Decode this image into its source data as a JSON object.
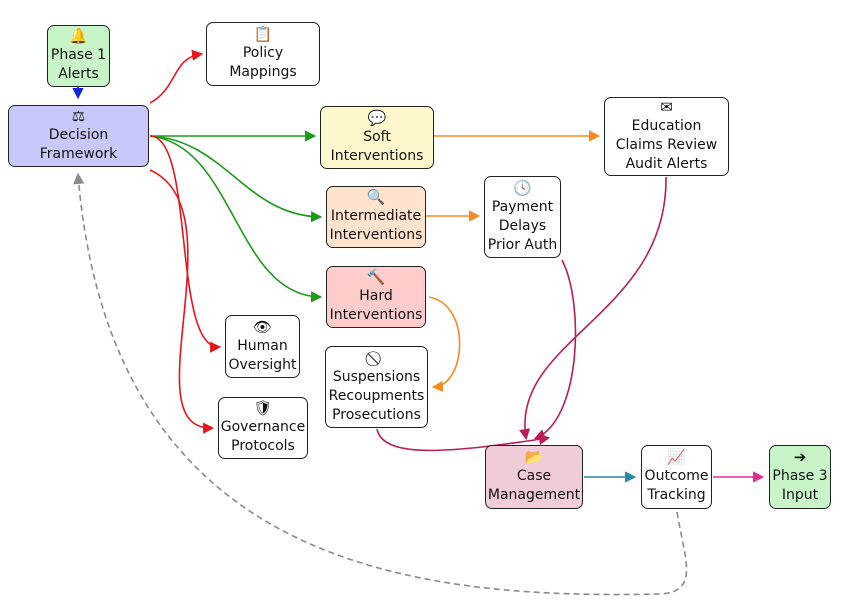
{
  "colors": {
    "red": "#e8141b",
    "green": "#1a9a16",
    "orange": "#f58a1f",
    "crimson": "#b81d5a",
    "teal": "#2a8aab",
    "pink": "#e52d8f",
    "gray": "#8a8a8a",
    "blue": "#1424d6"
  },
  "nodes": {
    "phase1_alerts": {
      "icon": "bell-icon",
      "glyph": "🔔",
      "lines": [
        "Phase 1",
        "Alerts"
      ],
      "fill": "#c8f5c8"
    },
    "decision_framework": {
      "icon": "balance-scale-icon",
      "glyph": "⚖",
      "lines": [
        "Decision",
        "Framework"
      ],
      "fill": "#c8c8fa"
    },
    "policy_mappings": {
      "icon": "clipboard-icon",
      "glyph": "📋",
      "lines": [
        "Policy",
        "Mappings"
      ],
      "fill": "#ffffff"
    },
    "soft_interventions": {
      "icon": "comment-icon",
      "glyph": "💬",
      "lines": [
        "Soft",
        "Interventions"
      ],
      "fill": "#fff7cc"
    },
    "education": {
      "icon": "envelope-icon",
      "glyph": "✉",
      "lines": [
        "Education",
        "Claims Review",
        "Audit Alerts"
      ],
      "fill": "#ffffff"
    },
    "intermediate_interventions": {
      "icon": "search-icon",
      "glyph": "🔍",
      "lines": [
        "Intermediate",
        "Interventions"
      ],
      "fill": "#ffe3cc"
    },
    "payment_delays": {
      "icon": "clock-icon",
      "glyph": "🕓",
      "lines": [
        "Payment",
        "Delays",
        "Prior Auth"
      ],
      "fill": "#ffffff"
    },
    "hard_interventions": {
      "icon": "gavel-icon",
      "glyph": "🔨",
      "lines": [
        "Hard",
        "Interventions"
      ],
      "fill": "#ffcccc"
    },
    "human_oversight": {
      "icon": "eye-icon",
      "glyph": "👁",
      "lines": [
        "Human",
        "Oversight"
      ],
      "fill": "#ffffff"
    },
    "suspensions": {
      "icon": "ban-icon",
      "glyph": "⃠",
      "lines": [
        "Suspensions",
        "Recoupments",
        "Prosecutions"
      ],
      "fill": "#ffffff"
    },
    "governance_protocols": {
      "icon": "shield-icon",
      "glyph": "🛡",
      "lines": [
        "Governance",
        "Protocols"
      ],
      "fill": "#ffffff"
    },
    "case_management": {
      "icon": "folder-open-icon",
      "glyph": "📂",
      "lines": [
        "Case",
        "Management"
      ],
      "fill": "#f0cbd8"
    },
    "outcome_tracking": {
      "icon": "chart-line-icon",
      "glyph": "📈",
      "lines": [
        "Outcome",
        "Tracking"
      ],
      "fill": "#ffffff"
    },
    "phase3_input": {
      "icon": "arrow-right-icon",
      "glyph": "➔",
      "lines": [
        "Phase 3",
        "Input"
      ],
      "fill": "#c8f5c8"
    }
  },
  "edges": [
    {
      "from": "phase1_alerts",
      "to": "decision_framework",
      "color": "blue"
    },
    {
      "from": "decision_framework",
      "to": "policy_mappings",
      "color": "red"
    },
    {
      "from": "decision_framework",
      "to": "soft_interventions",
      "color": "green"
    },
    {
      "from": "decision_framework",
      "to": "intermediate_interventions",
      "color": "green"
    },
    {
      "from": "decision_framework",
      "to": "hard_interventions",
      "color": "green"
    },
    {
      "from": "decision_framework",
      "to": "human_oversight",
      "color": "red"
    },
    {
      "from": "decision_framework",
      "to": "governance_protocols",
      "color": "red"
    },
    {
      "from": "soft_interventions",
      "to": "education",
      "color": "orange"
    },
    {
      "from": "intermediate_interventions",
      "to": "payment_delays",
      "color": "orange"
    },
    {
      "from": "hard_interventions",
      "to": "suspensions",
      "color": "orange"
    },
    {
      "from": "education",
      "to": "case_management",
      "color": "crimson"
    },
    {
      "from": "payment_delays",
      "to": "case_management",
      "color": "crimson"
    },
    {
      "from": "suspensions",
      "to": "case_management",
      "color": "crimson"
    },
    {
      "from": "case_management",
      "to": "outcome_tracking",
      "color": "teal"
    },
    {
      "from": "outcome_tracking",
      "to": "phase3_input",
      "color": "pink"
    },
    {
      "from": "outcome_tracking",
      "to": "decision_framework",
      "color": "gray",
      "style": "dashed"
    }
  ]
}
